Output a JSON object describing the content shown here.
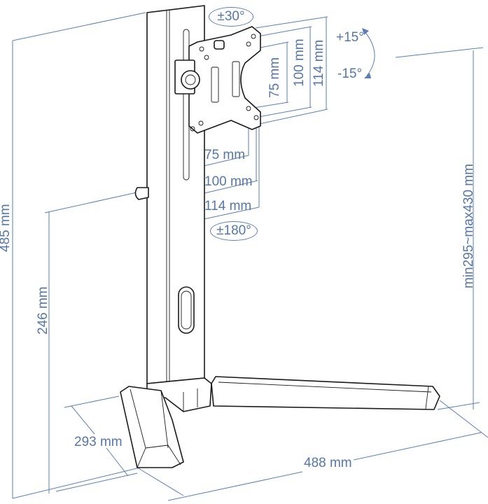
{
  "diagram": {
    "subject": "Single monitor desktop stand - dimension drawing",
    "line_color": "#5a7fb5",
    "text_color": "#5577aa",
    "outline_color": "#1a1a1a",
    "rotation": {
      "swivel": "±30°",
      "tilt_up": "+15°",
      "tilt_down": "-15°",
      "rotate": "±180°"
    },
    "vesa": {
      "vertical": [
        "75 mm",
        "100 mm",
        "114 mm"
      ],
      "horizontal": [
        "75 mm",
        "100 mm",
        "114 mm"
      ]
    },
    "dimensions": {
      "total_height": "485 mm",
      "base_to_clamp_height": "246 mm",
      "adjustable_height": "min295~max430 mm",
      "base_depth": "293 mm",
      "base_width": "488 mm"
    }
  }
}
